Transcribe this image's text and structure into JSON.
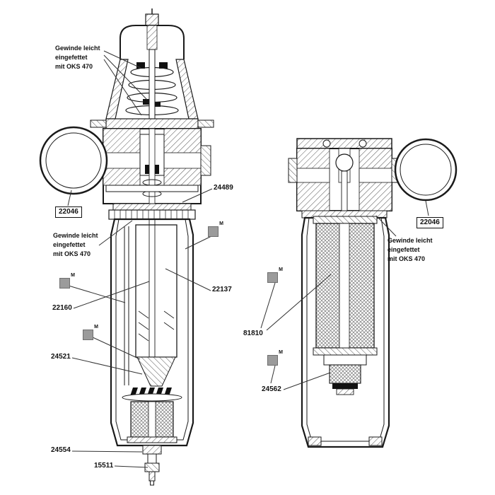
{
  "notes": {
    "grease_line1": "Gewinde leicht",
    "grease_line2": "eingefettet",
    "grease_line3": "mit OKS 470",
    "marker": "M"
  },
  "callouts": {
    "gauge_left": "22046",
    "regulator_bonnet": "24489",
    "bowl_left": "22137",
    "riser_tube": "22160",
    "filter_element_left": "24521",
    "baffle": "24554",
    "drain_valve": "15511",
    "filter_element_right": "81810",
    "bowl_service_right": "24562",
    "gauge_right": "22046"
  },
  "colors": {
    "line": "#1a1a1a",
    "marker_fill": "#9b9b9b",
    "background": "#ffffff"
  }
}
